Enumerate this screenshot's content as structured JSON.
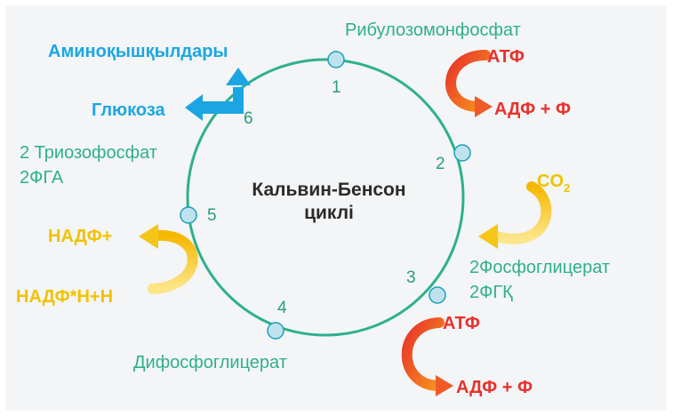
{
  "cycle_title": [
    "Кальвин-Бенсон",
    "циклі"
  ],
  "steps": [
    "1",
    "2",
    "3",
    "4",
    "5",
    "6"
  ],
  "compounds": {
    "ribulose": "Рибулозомонфосфат",
    "phosphoglycerate": "2Фосфоглицерат",
    "pga": "2ФГҚ",
    "diphosphoglycerate": "Дифосфоглицерат",
    "triose": "2 Триозофосфат",
    "pga2": "2ФГА",
    "glucose": "Глюкоза",
    "amino_acids": "Аминоқышқылдары"
  },
  "energy": {
    "atp1": "АТФ",
    "adp1": "АДФ + Ф",
    "atp2": "АТФ",
    "adp2": "АДФ + Ф",
    "co2": "CO",
    "co2_sub": "2",
    "nadp_plus": "НАДФ+",
    "nadph": "НАДФ*Н+Н"
  },
  "colors": {
    "cycle": "#2eb08d",
    "atp_arrow": "#f05a28",
    "co2_arrow": "#f7d34a",
    "product_arrow": "#1ba6e3"
  }
}
